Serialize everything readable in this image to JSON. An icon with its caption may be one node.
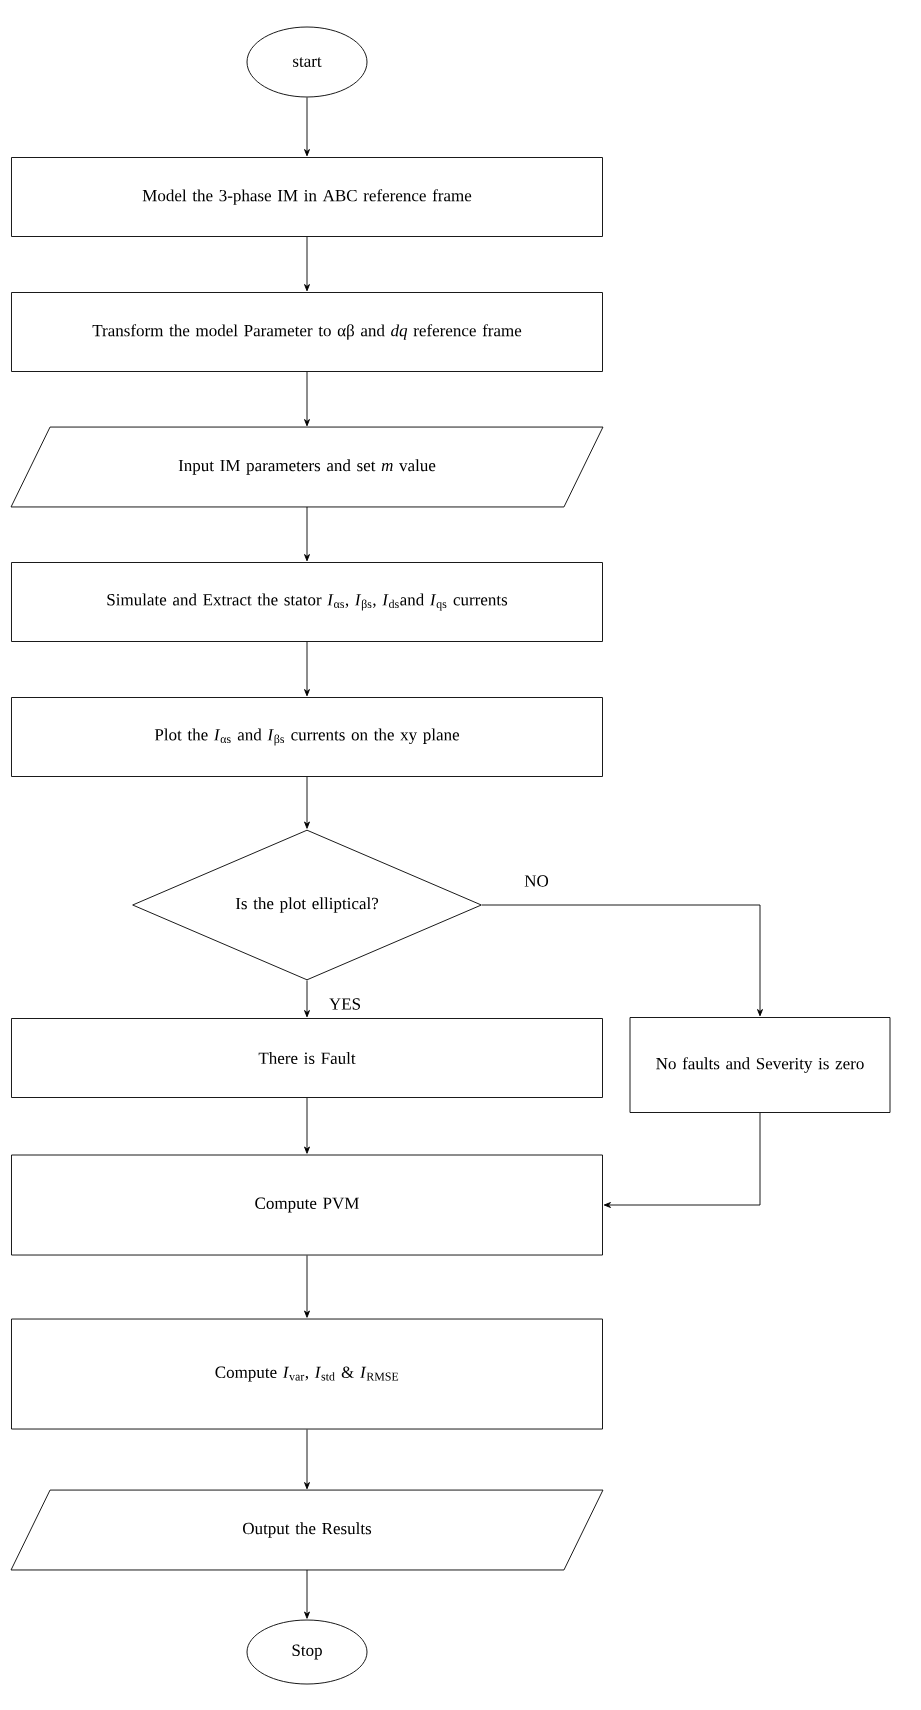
{
  "diagram": {
    "nodes": [
      {
        "text": [
          "start"
        ]
      },
      {
        "text": [
          "Model the 3-phase IM in ABC reference frame"
        ]
      },
      {
        "text": [
          "Transform the model Parameter to αβ and *dq* reference frame"
        ]
      },
      {
        "text": [
          "Input IM parameters and set *m* value"
        ]
      },
      {
        "text": [
          "Simulate and Extract the stator *I*$_{αs}$, *I*$_{βs}$, *I*$_{ds}$and *I*$_{qs}$ currents"
        ]
      },
      {
        "text": [
          "Plot the *I*$_{αs}$ and *I*$_{βs}$ currents on the xy plane"
        ]
      },
      {
        "text": [
          "Is the plot elliptical?"
        ]
      },
      {
        "text": [
          "There is Fault"
        ]
      },
      {
        "text": [
          "No faults and Severity is zero"
        ]
      },
      {
        "text": [
          "Compute PVM"
        ]
      },
      {
        "text": [
          "Compute *I*$_{var}$, *I*$_{std}$ & *I*$_{RMSE}$"
        ]
      },
      {
        "text": [
          "Output the Results"
        ]
      },
      {
        "text": [
          "Stop"
        ]
      }
    ],
    "edges": [
      {
        "from": 0,
        "to": 1,
        "arrow": "to"
      },
      {
        "from": 1,
        "to": 2,
        "arrow": "to"
      },
      {
        "from": 2,
        "to": 3,
        "arrow": "to"
      },
      {
        "from": 3,
        "to": 4,
        "arrow": "to"
      },
      {
        "from": 4,
        "to": 5,
        "arrow": "to"
      },
      {
        "from": 5,
        "to": 6,
        "arrow": "to"
      },
      {
        "from": 6,
        "to": 7,
        "arrow": "to",
        "label": "YES"
      },
      {
        "from": 6,
        "to": 8,
        "arrow": "to",
        "label": "NO"
      },
      {
        "from": 7,
        "to": 9,
        "arrow": "to"
      },
      {
        "from": 8,
        "to": 9,
        "arrow": "to"
      },
      {
        "from": 9,
        "to": 10,
        "arrow": "to"
      },
      {
        "from": 10,
        "to": 11,
        "arrow": "to"
      },
      {
        "from": 11,
        "to": 12,
        "arrow": "to"
      }
    ]
  }
}
